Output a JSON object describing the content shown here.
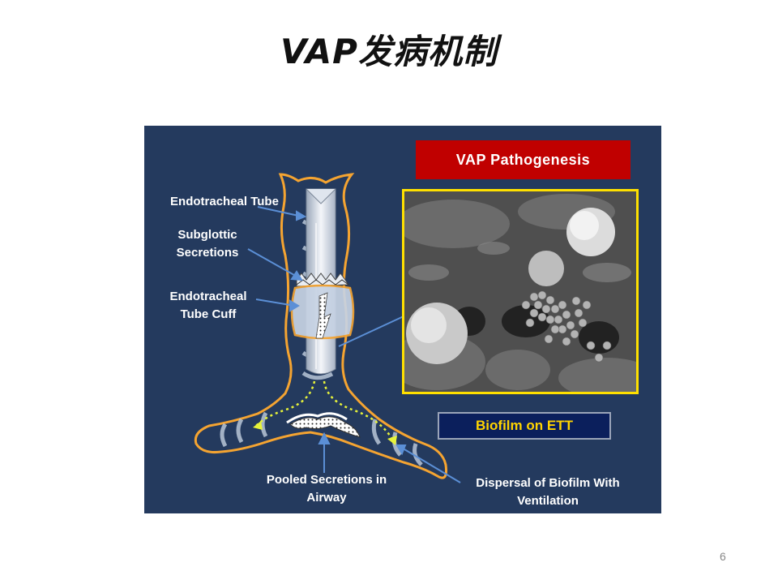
{
  "slide": {
    "title": "VAP发病机制",
    "page_number": "6"
  },
  "diagram": {
    "header_label": "VAP Pathogenesis",
    "biofilm_label": "Biofilm on ETT",
    "labels": {
      "endotracheal_tube": "Endotracheal Tube",
      "subglottic_secretions": "Subglottic\nSecretions",
      "tube_cuff": "Endotracheal\nTube Cuff",
      "pooled_secretions": "Pooled Secretions in\nAirway",
      "biofilm_dispersal": "Dispersal of Biofilm With\nVentilation"
    },
    "colors": {
      "panel_bg": "#243a5e",
      "airway_outline": "#f5a431",
      "header_red": "#c00000",
      "highlight_yellow": "#ffe000",
      "arrow_blue": "#5b8fd6"
    }
  }
}
